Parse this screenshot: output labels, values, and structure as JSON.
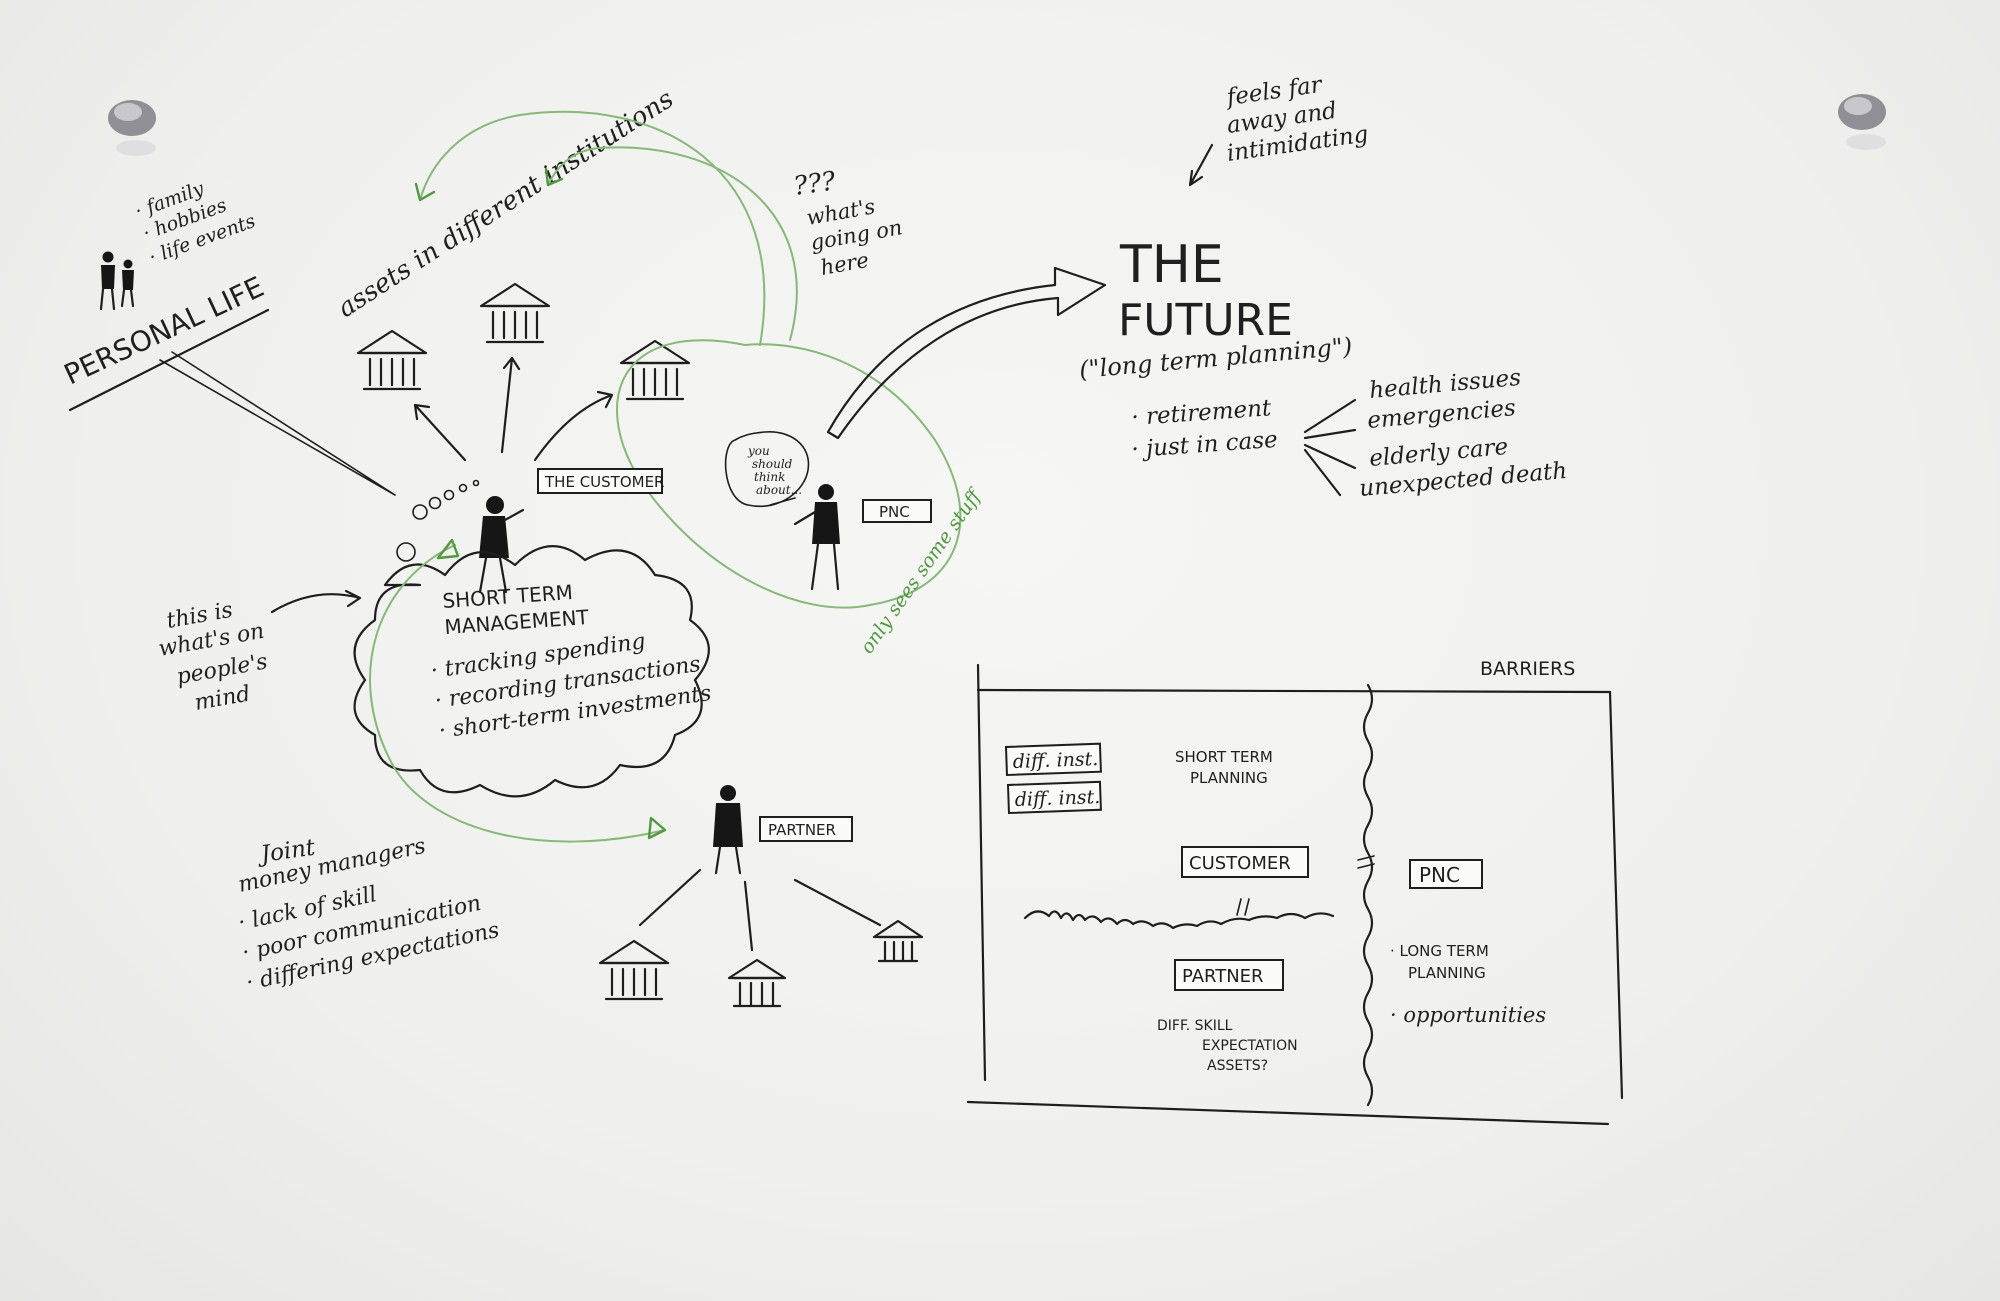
{
  "personal_life": {
    "label": "PERSONAL LIFE",
    "items": [
      "· family",
      "· hobbies",
      "· life events"
    ]
  },
  "assets": {
    "label": "assets in different institutions",
    "question_marks": "???",
    "question": [
      "what's",
      "going on",
      "here"
    ]
  },
  "customer": {
    "tag": "THE CUSTOMER",
    "thought_bubble": "o o o o",
    "mind_note": [
      "this is",
      "what's on",
      "people's",
      "mind"
    ]
  },
  "short_term": {
    "title": [
      "SHORT TERM",
      "MANAGEMENT"
    ],
    "items": [
      "· tracking spending",
      "· recording transactions",
      "· short-term investments"
    ]
  },
  "pnc": {
    "tag": "PNC",
    "speech": [
      "you",
      "should",
      "think",
      "about..."
    ],
    "green_note": "only sees some stuff"
  },
  "partner": {
    "tag": "PARTNER",
    "notes": [
      "Joint",
      "money managers",
      "· lack of skill",
      "· poor communication",
      "· differing expectations"
    ]
  },
  "future": {
    "note": [
      "feels far",
      "away and",
      "intimidating"
    ],
    "title_1": "THE",
    "title_2": "FUTURE",
    "subtitle": "(\"long term planning\")",
    "items": [
      "· retirement",
      "· just in case"
    ],
    "cases": [
      "health issues",
      "emergencies",
      "elderly care",
      "unexpected death"
    ]
  },
  "barriers": {
    "title": "BARRIERS",
    "inst_tags": [
      "diff. inst.",
      "diff. inst."
    ],
    "short_planning": [
      "SHORT TERM",
      "PLANNING"
    ],
    "customer_tag": "CUSTOMER",
    "pnc_tag": "PNC",
    "partner_tag": "PARTNER",
    "partner_notes": [
      "DIFF. SKILL",
      "EXPECTATION",
      "ASSETS?"
    ],
    "long_term": [
      "· LONG TERM",
      "PLANNING"
    ],
    "opportunities": "· opportunities"
  },
  "colors": {
    "ink": "#1e1e1e",
    "green": "#4e9a3e",
    "paper": "#f2f2f0"
  }
}
